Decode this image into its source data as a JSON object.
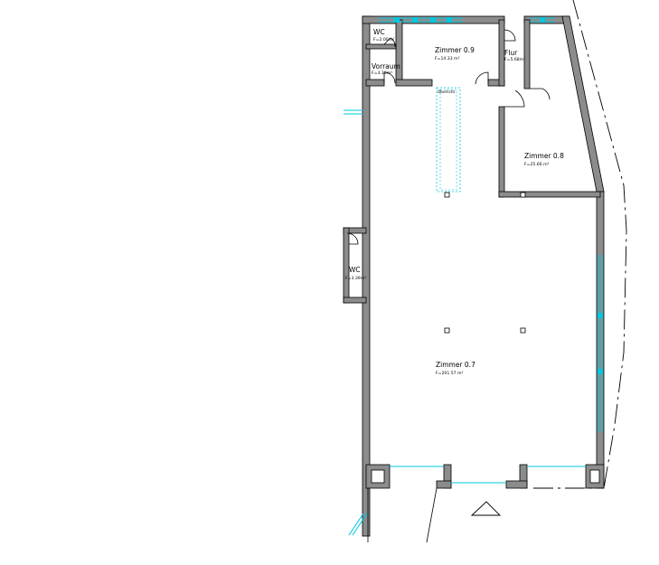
{
  "rooms": {
    "wc_top": {
      "name": "WC",
      "area": "F=2.00m²"
    },
    "vorraum": {
      "name": "Vorraum",
      "area": "F=3.10m²"
    },
    "zimmer_09": {
      "name": "Zimmer  0.9",
      "area": "F=14.33  m²"
    },
    "flur": {
      "name": "Flur",
      "area": "F=5.68m²"
    },
    "zimmer_08": {
      "name": "Zimmer  0.8",
      "area": "F=25.66 m²"
    },
    "wc_left": {
      "name": "WC",
      "area": "F=3.39m²"
    },
    "zimmer_07": {
      "name": "Zimmer  0.7",
      "area": "F=201.57 m²"
    }
  },
  "skylight": {
    "label": "Oberlicht"
  },
  "colors": {
    "wall_fill": "#8c8c8c",
    "window": "#00c8e0",
    "line": "#000000",
    "background": "#ffffff"
  }
}
